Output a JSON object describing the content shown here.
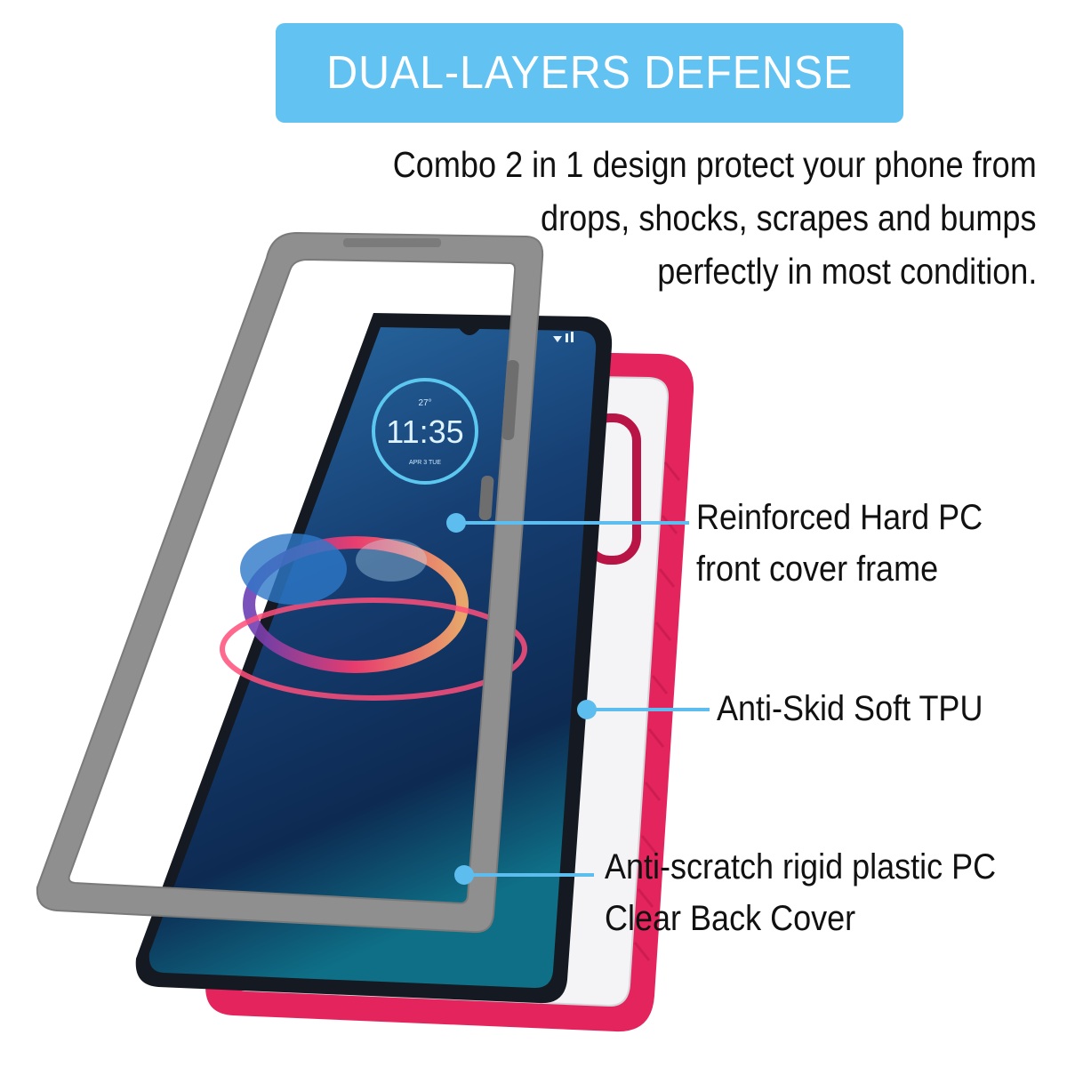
{
  "banner": {
    "title": "DUAL-LAYERS DEFENSE"
  },
  "intro": {
    "line1": "Combo 2 in 1 design protect your phone from",
    "line2": "drops, shocks, scrapes and bumps",
    "line3": "perfectly in most condition."
  },
  "phone_screen": {
    "temperature": "27°",
    "time": "11:35",
    "date": "APR 3 TUE"
  },
  "callouts": [
    {
      "line1": "Reinforced Hard PC",
      "line2": "front cover frame"
    },
    {
      "line1": "Anti-Skid Soft TPU"
    },
    {
      "line1": "Anti-scratch rigid plastic PC",
      "line2": "Clear Back Cover"
    }
  ],
  "colors": {
    "banner": "#62c2f1",
    "callout_line": "#5dbdee",
    "tpu_bumper": "#e4245c",
    "front_frame": "#8f8f8f"
  }
}
